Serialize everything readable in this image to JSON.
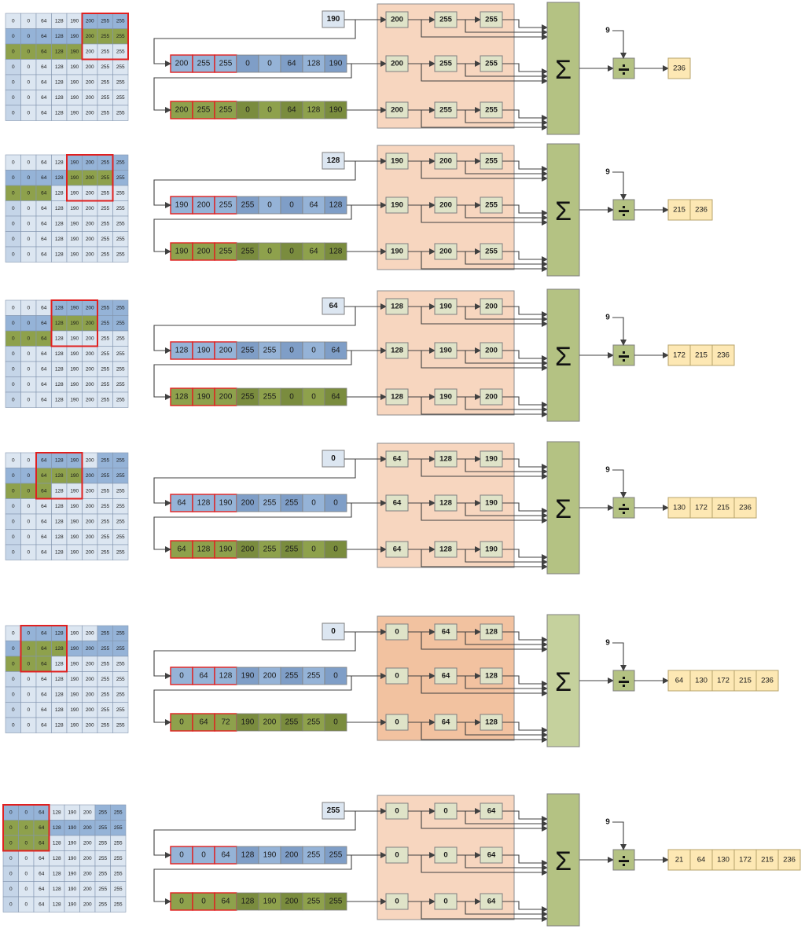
{
  "colors": {
    "light_cell": "#dce6f1",
    "blue_cell": "#95b3d7",
    "blue_cell_dark": "#7f9ec7",
    "green_cell": "#8ea14c",
    "green_cell_dark": "#7a8c3e",
    "highlight": "#e02020",
    "unit_fill": "#dfe3c8",
    "region_fill": "#f7d6bf",
    "region_fill_alt": "#f2c2a0",
    "sum_fill": "#b4c283",
    "sum_fill_alt": "#c5d19d",
    "div_fill": "#b4c283",
    "out_fill": "#fde8b4",
    "line": "#404040"
  },
  "divisor": "9",
  "sum_symbol": "Σ",
  "div_symbol": "÷",
  "stages": [
    {
      "grid": [
        [
          "0",
          "0",
          "64",
          "128",
          "190",
          "200",
          "255",
          "255"
        ],
        [
          "0",
          "0",
          "64",
          "128",
          "190",
          "200",
          "255",
          "255"
        ],
        [
          "0",
          "0",
          "64",
          "128",
          "190",
          "200",
          "255",
          "255"
        ],
        [
          "0",
          "0",
          "64",
          "128",
          "190",
          "200",
          "255",
          "255"
        ],
        [
          "0",
          "0",
          "64",
          "128",
          "190",
          "200",
          "255",
          "255"
        ],
        [
          "0",
          "0",
          "64",
          "128",
          "190",
          "200",
          "255",
          "255"
        ],
        [
          "0",
          "0",
          "64",
          "128",
          "190",
          "200",
          "255",
          "255"
        ]
      ],
      "input": "190",
      "row_blue": [
        "200",
        "255",
        "255",
        "0",
        "0",
        "64",
        "128",
        "190"
      ],
      "row_green": [
        "200",
        "255",
        "255",
        "0",
        "0",
        "64",
        "128",
        "190"
      ],
      "units": [
        [
          "200",
          "255",
          "255"
        ],
        [
          "200",
          "255",
          "255"
        ],
        [
          "200",
          "255",
          "255"
        ]
      ],
      "output": [
        "236"
      ]
    },
    {
      "grid": [
        [
          "0",
          "0",
          "64",
          "128",
          "190",
          "200",
          "255",
          "255"
        ],
        [
          "0",
          "0",
          "64",
          "128",
          "190",
          "200",
          "255",
          "255"
        ],
        [
          "0",
          "0",
          "64",
          "128",
          "190",
          "200",
          "255",
          "255"
        ],
        [
          "0",
          "0",
          "64",
          "128",
          "190",
          "200",
          "255",
          "255"
        ],
        [
          "0",
          "0",
          "64",
          "128",
          "190",
          "200",
          "255",
          "255"
        ],
        [
          "0",
          "0",
          "64",
          "128",
          "190",
          "200",
          "255",
          "255"
        ],
        [
          "0",
          "0",
          "64",
          "128",
          "190",
          "200",
          "255",
          "255"
        ]
      ],
      "input": "128",
      "row_blue": [
        "190",
        "200",
        "255",
        "255",
        "0",
        "0",
        "64",
        "128"
      ],
      "row_green": [
        "190",
        "200",
        "255",
        "255",
        "0",
        "0",
        "64",
        "128"
      ],
      "units": [
        [
          "190",
          "200",
          "255"
        ],
        [
          "190",
          "200",
          "255"
        ],
        [
          "190",
          "200",
          "255"
        ]
      ],
      "output": [
        "215",
        "236"
      ]
    },
    {
      "grid": [
        [
          "0",
          "0",
          "64",
          "128",
          "190",
          "200",
          "255",
          "255"
        ],
        [
          "0",
          "0",
          "64",
          "128",
          "190",
          "200",
          "255",
          "255"
        ],
        [
          "0",
          "0",
          "64",
          "128",
          "190",
          "200",
          "255",
          "255"
        ],
        [
          "0",
          "0",
          "64",
          "128",
          "190",
          "200",
          "255",
          "255"
        ],
        [
          "0",
          "0",
          "64",
          "128",
          "190",
          "200",
          "255",
          "255"
        ],
        [
          "0",
          "0",
          "64",
          "128",
          "190",
          "200",
          "255",
          "255"
        ],
        [
          "0",
          "0",
          "64",
          "128",
          "190",
          "200",
          "255",
          "255"
        ]
      ],
      "input": "64",
      "row_blue": [
        "128",
        "190",
        "200",
        "255",
        "255",
        "0",
        "0",
        "64"
      ],
      "row_green": [
        "128",
        "190",
        "200",
        "255",
        "255",
        "0",
        "0",
        "64"
      ],
      "units": [
        [
          "128",
          "190",
          "200"
        ],
        [
          "128",
          "190",
          "200"
        ],
        [
          "128",
          "190",
          "200"
        ]
      ],
      "output": [
        "172",
        "215",
        "236"
      ]
    },
    {
      "grid": [
        [
          "0",
          "0",
          "64",
          "128",
          "190",
          "200",
          "255",
          "255"
        ],
        [
          "0",
          "0",
          "64",
          "128",
          "190",
          "200",
          "255",
          "255"
        ],
        [
          "0",
          "0",
          "64",
          "128",
          "190",
          "200",
          "255",
          "255"
        ],
        [
          "0",
          "0",
          "64",
          "128",
          "190",
          "200",
          "255",
          "255"
        ],
        [
          "0",
          "0",
          "64",
          "128",
          "190",
          "200",
          "255",
          "255"
        ],
        [
          "0",
          "0",
          "64",
          "128",
          "190",
          "200",
          "255",
          "255"
        ],
        [
          "0",
          "0",
          "64",
          "128",
          "190",
          "200",
          "255",
          "255"
        ]
      ],
      "input": "0",
      "row_blue": [
        "64",
        "128",
        "190",
        "200",
        "255",
        "255",
        "0",
        "0"
      ],
      "row_green": [
        "64",
        "128",
        "190",
        "200",
        "255",
        "255",
        "0",
        "0"
      ],
      "units": [
        [
          "64",
          "128",
          "190"
        ],
        [
          "64",
          "128",
          "190"
        ],
        [
          "64",
          "128",
          "190"
        ]
      ],
      "output": [
        "130",
        "172",
        "215",
        "236"
      ]
    },
    {
      "grid": [
        [
          "0",
          "0",
          "64",
          "128",
          "190",
          "200",
          "255",
          "255"
        ],
        [
          "0",
          "0",
          "64",
          "128",
          "190",
          "200",
          "255",
          "255"
        ],
        [
          "0",
          "0",
          "64",
          "128",
          "190",
          "200",
          "255",
          "255"
        ],
        [
          "0",
          "0",
          "64",
          "128",
          "190",
          "200",
          "255",
          "255"
        ],
        [
          "0",
          "0",
          "64",
          "128",
          "190",
          "200",
          "255",
          "255"
        ],
        [
          "0",
          "0",
          "64",
          "128",
          "190",
          "200",
          "255",
          "255"
        ],
        [
          "0",
          "0",
          "64",
          "128",
          "190",
          "200",
          "255",
          "255"
        ]
      ],
      "input": "0",
      "row_blue": [
        "0",
        "64",
        "128",
        "190",
        "200",
        "255",
        "255",
        "0"
      ],
      "row_green": [
        "0",
        "64",
        "72",
        "190",
        "200",
        "255",
        "255",
        "0"
      ],
      "units": [
        [
          "0",
          "64",
          "128"
        ],
        [
          "0",
          "64",
          "128"
        ],
        [
          "0",
          "64",
          "128"
        ]
      ],
      "output": [
        "64",
        "130",
        "172",
        "215",
        "236"
      ]
    },
    {
      "grid": [
        [
          "0",
          "0",
          "64",
          "128",
          "190",
          "200",
          "255",
          "255"
        ],
        [
          "0",
          "0",
          "64",
          "128",
          "190",
          "200",
          "255",
          "255"
        ],
        [
          "0",
          "0",
          "64",
          "128",
          "190",
          "200",
          "255",
          "255"
        ],
        [
          "0",
          "0",
          "64",
          "128",
          "190",
          "200",
          "255",
          "255"
        ],
        [
          "0",
          "0",
          "64",
          "128",
          "190",
          "200",
          "255",
          "255"
        ],
        [
          "0",
          "0",
          "64",
          "128",
          "190",
          "200",
          "255",
          "255"
        ],
        [
          "0",
          "0",
          "64",
          "128",
          "190",
          "200",
          "255",
          "255"
        ]
      ],
      "input": "255",
      "row_blue": [
        "0",
        "0",
        "64",
        "128",
        "190",
        "200",
        "255",
        "255"
      ],
      "row_green": [
        "0",
        "0",
        "64",
        "128",
        "190",
        "200",
        "255",
        "255"
      ],
      "units": [
        [
          "0",
          "0",
          "64"
        ],
        [
          "0",
          "0",
          "64"
        ],
        [
          "0",
          "0",
          "64"
        ]
      ],
      "output": [
        "21",
        "64",
        "130",
        "172",
        "215",
        "236"
      ]
    }
  ]
}
